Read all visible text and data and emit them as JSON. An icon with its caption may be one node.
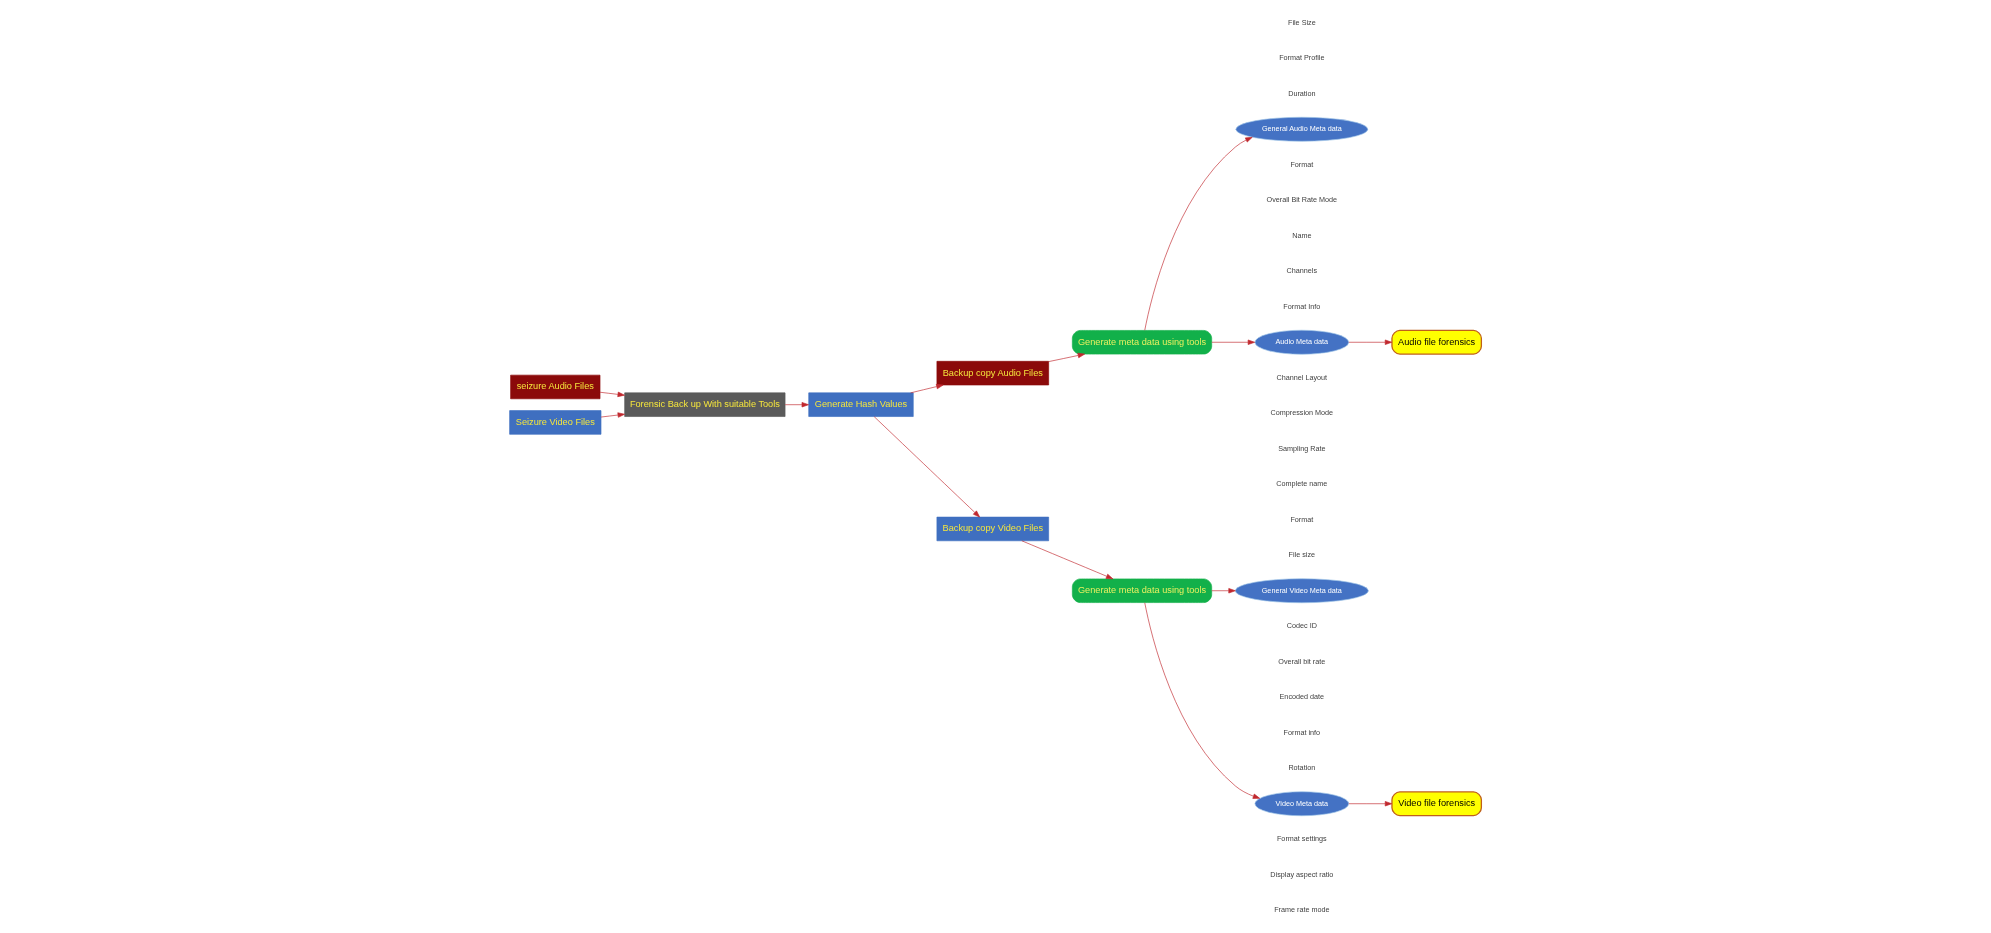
{
  "diagram": {
    "nodes": [
      {
        "text": [
          "seizure Audio Files"
        ]
      },
      {
        "text": [
          "Seizure Video Files"
        ]
      },
      {
        "text": [
          "Forensic Back up With suitable Tools"
        ]
      },
      {
        "text": [
          "Generate Hash Values"
        ]
      },
      {
        "text": [
          "Backup copy Audio Files"
        ]
      },
      {
        "text": [
          "Generate meta data using tools"
        ]
      },
      {
        "text": [
          "General Audio Meta data"
        ],
        "beside": [
          "File Size",
          "Format Profile",
          "Duration",
          "Format",
          "Overall Bit Rate Mode",
          "Name"
        ]
      },
      {
        "text": [
          "Audio Meta data"
        ],
        "beside": [
          "Channels",
          "Format Info",
          "Channel Layout",
          "Compression Mode",
          "Sampling Rate"
        ]
      },
      {
        "text": [
          "Audio file forensics"
        ]
      },
      {
        "text": [
          "Backup copy Video Files"
        ]
      },
      {
        "text": [
          "Generate meta data using tools"
        ]
      },
      {
        "text": [
          "General Video Meta data"
        ],
        "beside": [
          "Complete name",
          "Format",
          "File size",
          "Codec ID",
          "Overall bit rate",
          "Encoded date"
        ]
      },
      {
        "text": [
          "Video Meta data"
        ],
        "beside": [
          "Format info",
          "Rotation",
          "Format settings",
          "Display aspect ratio",
          "Frame rate mode"
        ]
      },
      {
        "text": [
          "Video file forensics"
        ]
      }
    ],
    "edges": [
      {
        "from": 0,
        "to": 2,
        "arrow": "to"
      },
      {
        "from": 1,
        "to": 2,
        "arrow": "to"
      },
      {
        "from": 2,
        "to": 3,
        "arrow": "to"
      },
      {
        "from": 3,
        "to": 4,
        "arrow": "to"
      },
      {
        "from": 3,
        "to": 9,
        "arrow": "to"
      },
      {
        "from": 4,
        "to": 5,
        "arrow": "to"
      },
      {
        "from": 5,
        "to": 6,
        "arrow": "to"
      },
      {
        "from": 5,
        "to": 7,
        "arrow": "to"
      },
      {
        "from": 7,
        "to": 8,
        "arrow": "to"
      },
      {
        "from": 9,
        "to": 10,
        "arrow": "to"
      },
      {
        "from": 10,
        "to": 11,
        "arrow": "to"
      },
      {
        "from": 10,
        "to": 12,
        "arrow": "to"
      },
      {
        "from": 12,
        "to": 13,
        "arrow": "to"
      }
    ]
  }
}
